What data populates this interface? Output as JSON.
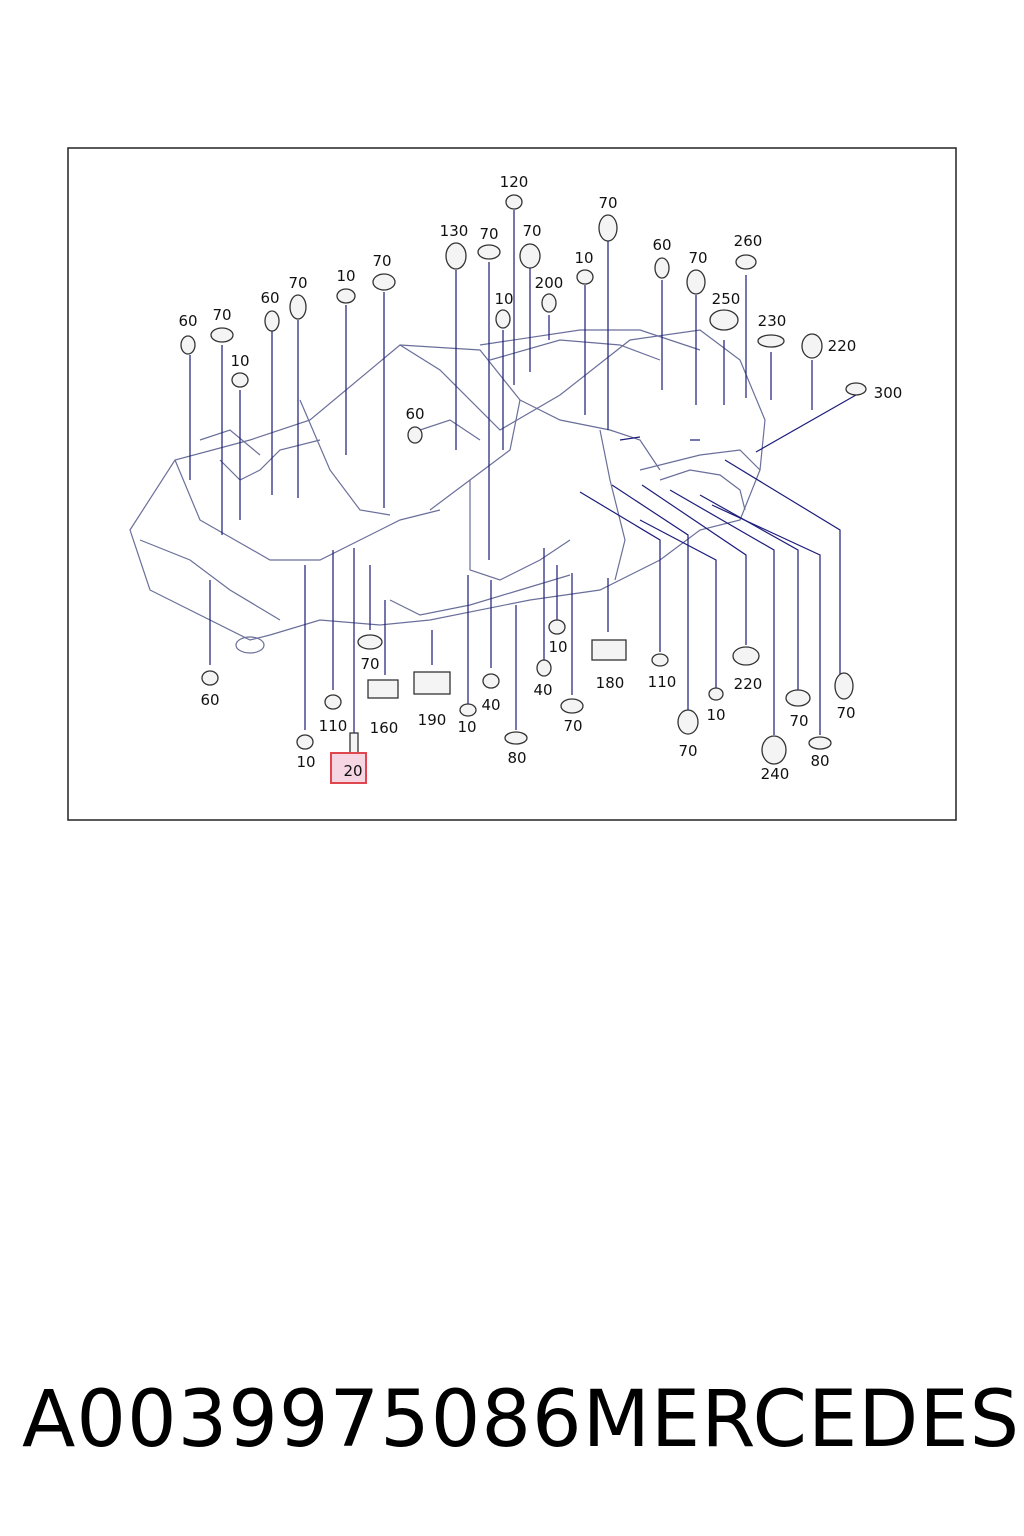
{
  "diagram": {
    "highlight_color": "#e0464e",
    "leader_color": "#1c1c7a",
    "callouts": {
      "c120": "120",
      "c130": "130",
      "c70a": "70",
      "c70b": "70",
      "c70c": "70",
      "c70d": "70",
      "c70e": "70",
      "c70f": "70",
      "c70g": "70",
      "c60a": "60",
      "c60b": "60",
      "c60c": "60",
      "c60d": "60",
      "c60e": "60",
      "c10a": "10",
      "c10b": "10",
      "c10c": "10",
      "c200": "200",
      "c250": "250",
      "c260": "260",
      "c230": "230",
      "c220a": "220",
      "c300": "300",
      "c10d": "10",
      "c110a": "110",
      "c20": "20",
      "c160": "160",
      "c190": "190",
      "c10e": "10",
      "c40a": "40",
      "c80a": "80",
      "c40b": "40",
      "c70h": "70",
      "c180": "180",
      "c110b": "110",
      "c70i": "70",
      "c10f": "10",
      "c220b": "220",
      "c240": "240",
      "c70j": "70",
      "c80b": "80",
      "c70k": "70",
      "c70l": "70"
    }
  },
  "caption": {
    "part_number": "A0039975086",
    "brand": "MERCEDES"
  }
}
